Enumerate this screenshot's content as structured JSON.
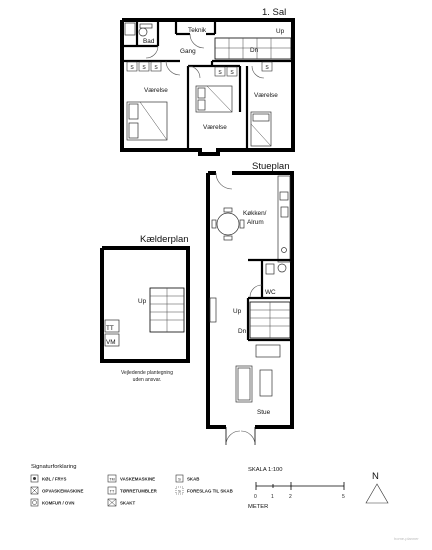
{
  "titles": {
    "first_floor": "1. Sal",
    "ground_floor": "Stueplan",
    "basement": "Kælderplan"
  },
  "rooms": {
    "teknik": "Teknik",
    "bad": "Bad",
    "gang": "Gang",
    "up_top": "Up",
    "dn_top": "Dn",
    "vaerelse_left": "Værelse",
    "vaerelse_mid": "Værelse",
    "vaerelse_right": "Værelse",
    "koekken_line1": "Køkken/",
    "koekken_line2": "Alrum",
    "wc": "WC",
    "up_ground": "Up",
    "dn_ground": "Dn",
    "stue": "Stue",
    "up_basement": "Up",
    "tt": "TT",
    "vm": "VM"
  },
  "storage_mark": "S",
  "disclaimer": [
    "Vejledende plantegning",
    "uden ansvar."
  ],
  "legend": {
    "title": "Signaturforklaring",
    "items": [
      {
        "code": "",
        "label": "KØL / FRYS",
        "icon": "fridge-icon"
      },
      {
        "code": "",
        "label": "OPVASKEMASKINE",
        "icon": "dishwasher-icon"
      },
      {
        "code": "",
        "label": "KOMFUR / OVN",
        "icon": "stove-icon"
      },
      {
        "code": "TM",
        "label": "VASKEMASKINE",
        "icon": "washer-icon"
      },
      {
        "code": "TT",
        "label": "TØRRETUMBLER",
        "icon": "dryer-icon"
      },
      {
        "code": "",
        "label": "SKAKT",
        "icon": "shaft-icon"
      },
      {
        "code": "S",
        "label": "SKAB",
        "icon": "cabinet-icon"
      },
      {
        "code": "S",
        "label": "FORESLAG TIL SKAB",
        "icon": "proposed-cabinet-icon"
      }
    ]
  },
  "scale": {
    "label": "SKALA 1:100",
    "ticks": [
      "0",
      "1",
      "2",
      "5"
    ],
    "unit": "METER"
  },
  "compass": {
    "letter": "N"
  },
  "watermark": "home-planner"
}
